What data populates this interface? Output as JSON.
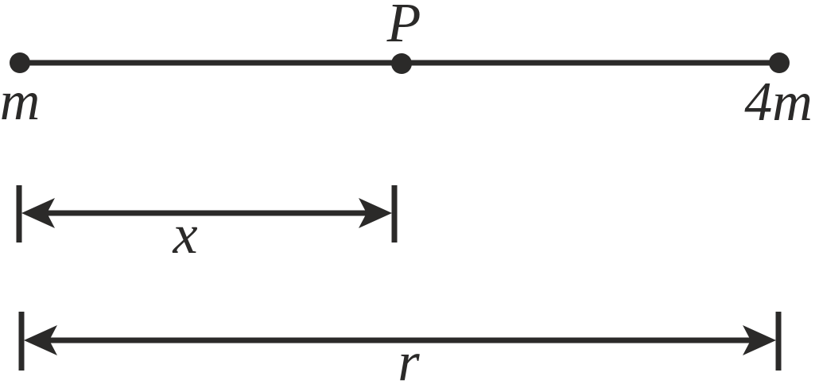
{
  "figure": {
    "colors": {
      "ink": "#2b2a29",
      "background": "#ffffff"
    },
    "labels": {
      "left_mass": "m",
      "point": "P",
      "right_mass": "4m",
      "x_distance": "x",
      "r_distance": "r"
    }
  }
}
